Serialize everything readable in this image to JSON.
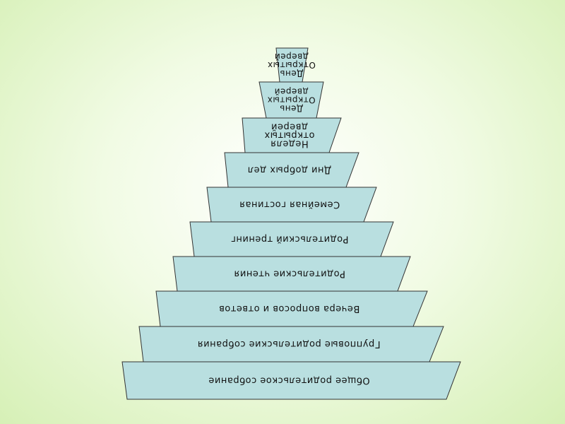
{
  "pyramid": {
    "fill": "#b9dfe0",
    "stroke": "#333333",
    "levels": [
      {
        "label": [
          "Общее родительское собрание"
        ]
      },
      {
        "label": [
          "Групповые родительские собрания"
        ]
      },
      {
        "label": [
          "Вечера вопросов и ответов"
        ]
      },
      {
        "label": [
          "Родительские чтения"
        ]
      },
      {
        "label": [
          "Родительский тренинг"
        ]
      },
      {
        "label": [
          "Семейная гостиная"
        ]
      },
      {
        "label": [
          "Дни добрых дел"
        ]
      },
      {
        "label": [
          "Неделя",
          "открытых",
          "дверей"
        ]
      },
      {
        "label": [
          "День",
          "Открытых",
          "дверей"
        ]
      },
      {
        "label": [
          "День",
          "Открытых",
          "дверей"
        ]
      }
    ]
  }
}
